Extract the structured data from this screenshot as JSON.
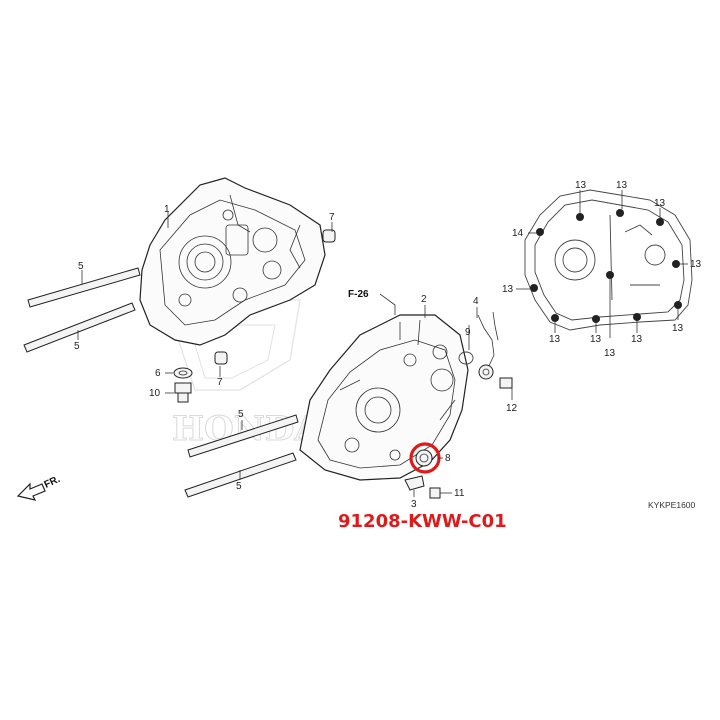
{
  "diagram": {
    "ref_label": "F-26",
    "front_label": "FR.",
    "drawing_code": "KYKPE1600",
    "part_number": "91208-KWW-C01",
    "highlight_color": "#e0191b",
    "watermark": "HONDA"
  },
  "callouts": {
    "c1": "1",
    "c2": "2",
    "c3": "3",
    "c4": "4",
    "c5a": "5",
    "c5b": "5",
    "c5c": "5",
    "c5d": "5",
    "c6": "6",
    "c7a": "7",
    "c7b": "7",
    "c8": "8",
    "c9": "9",
    "c10": "10",
    "c11": "11",
    "c12": "12",
    "c13a": "13",
    "c13b": "13",
    "c13c": "13",
    "c13d": "13",
    "c13e": "13",
    "c13f": "13",
    "c13g": "13",
    "c13h": "13",
    "c13i": "13",
    "c13j": "13",
    "c14": "14"
  }
}
